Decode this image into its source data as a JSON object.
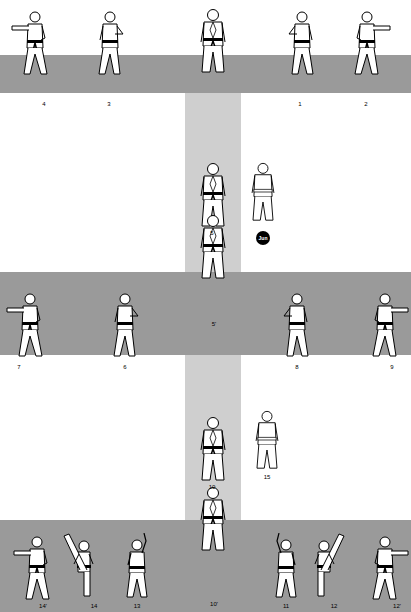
{
  "diagram": {
    "labels": [
      "4",
      "3",
      "1",
      "2",
      "5",
      "5'",
      "Jun",
      "7",
      "6",
      "8",
      "9",
      "10",
      "15",
      "10'",
      "14'",
      "14",
      "13",
      "11",
      "12",
      "12'"
    ]
  }
}
